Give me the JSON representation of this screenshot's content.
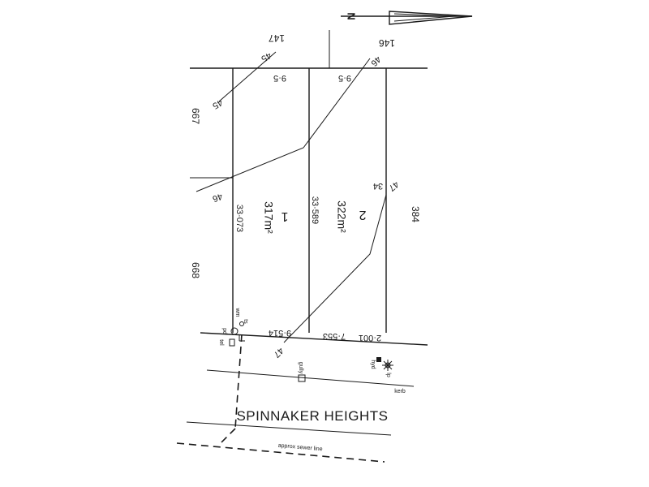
{
  "street_name": "SPINNAKER HEIGHTS",
  "sewer_label": "approx sewer line",
  "kerb_label": "kerb",
  "lots": [
    {
      "number": "1",
      "area": "317m²"
    },
    {
      "number": "2",
      "area": "322m²"
    }
  ],
  "neighbour_lots": [
    "147",
    "146",
    "667",
    "668",
    "384"
  ],
  "dimensions": {
    "rear_left": "9·5",
    "rear_right": "9·5",
    "side_left": "33·073",
    "side_middle": "33·589",
    "front_lot1": "9·514",
    "front_lot2": "7·553",
    "front_right": "2·001"
  },
  "contours": {
    "c45_top": "45",
    "c45_left": "45",
    "c46_top": "46",
    "c46_left": "46",
    "c47_right": "47",
    "c34": "34",
    "c47_front": "47"
  },
  "services": {
    "wm": "wm",
    "ts": "ts",
    "pd": "pd",
    "tel": "tel",
    "gully": "gully",
    "hyd": "hyd",
    "lp": "lp"
  },
  "north_arrow_label": "N"
}
